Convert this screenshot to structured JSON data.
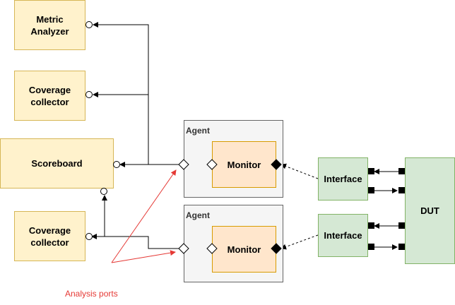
{
  "nodes": {
    "metric_analyzer": "Metric\nAnalyzer",
    "coverage_collector_top": "Coverage\ncollector",
    "scoreboard": "Scoreboard",
    "coverage_collector_bottom": "Coverage\ncollector",
    "agent_top_label": "Agent",
    "monitor_top": "Monitor",
    "agent_bottom_label": "Agent",
    "monitor_bottom": "Monitor",
    "interface_top": "Interface",
    "interface_bottom": "Interface",
    "dut": "DUT"
  },
  "annotation": "Analysis ports",
  "colors": {
    "component_fill": "#fff2cc",
    "monitor_fill": "#ffe6cc",
    "interface_fill": "#d5e8d4",
    "agent_fill": "#f5f5f5",
    "annotation": "#e53935"
  }
}
